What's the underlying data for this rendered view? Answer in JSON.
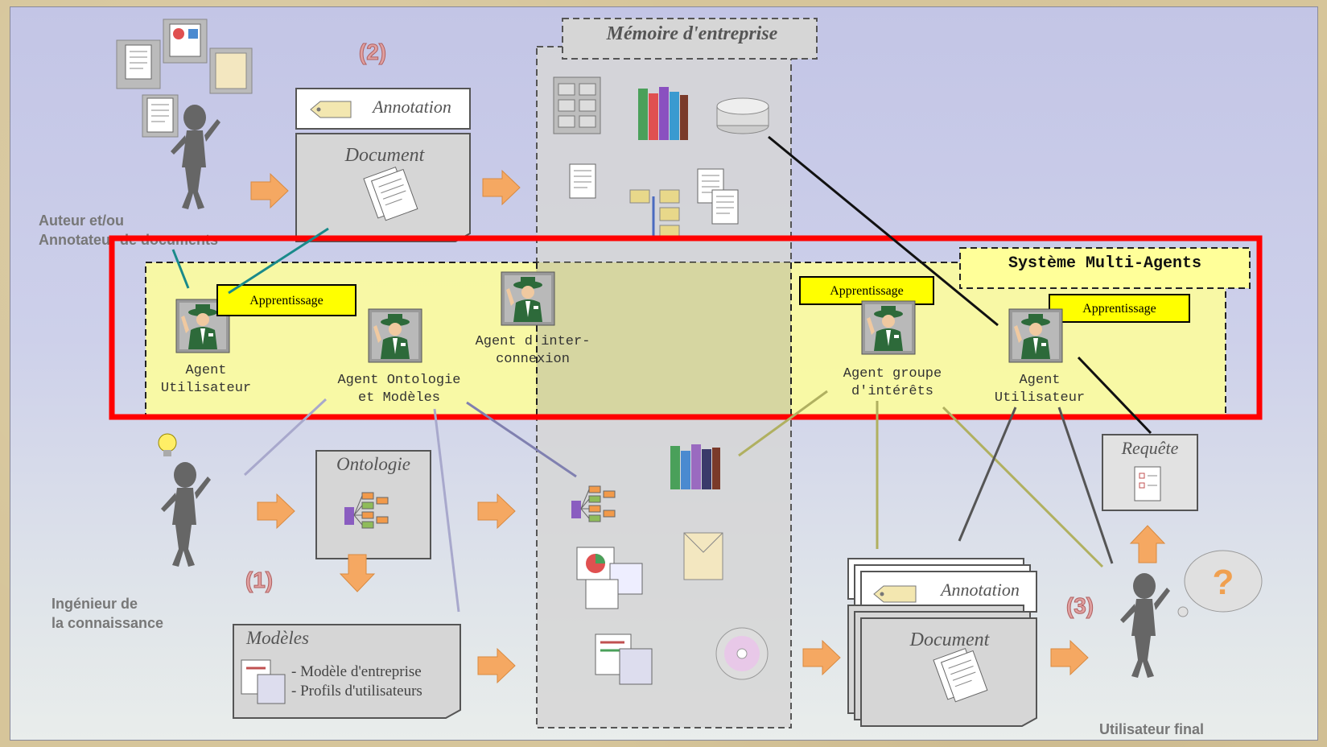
{
  "title": "Mémoire d'entreprise",
  "mas": {
    "title": "Système Multi-Agents"
  },
  "labels": {
    "auteur_line1": "Auteur et/ou",
    "auteur_line2": "Annotateur de documents",
    "ingenieur_line1": "Ingénieur de",
    "ingenieur_line2": "la connaissance",
    "utilisateur_final": "Utilisateur final"
  },
  "boxes": {
    "annotation_top": "Annotation",
    "document_top": "Document",
    "ontologie": "Ontologie",
    "modeles": "Modèles",
    "modeles_item1": "- Modèle d'entreprise",
    "modeles_item2": "- Profils d'utilisateurs",
    "annotation_bottom": "Annotation",
    "document_bottom": "Document",
    "requete": "Requête"
  },
  "agents": {
    "user_left_1": "Agent",
    "user_left_2": "Utilisateur",
    "onto_1": "Agent Ontologie",
    "onto_2": "et Modèles",
    "inter_1": "Agent d'inter-",
    "inter_2": "connexion",
    "group_1": "Agent groupe",
    "group_2": "d'intérêts",
    "user_right_1": "Agent",
    "user_right_2": "Utilisateur"
  },
  "apprentissage": [
    "Apprentissage",
    "Apprentissage",
    "Apprentissage"
  ],
  "steps": [
    "(2)",
    "(1)",
    "(3)"
  ],
  "icons": [
    "document-icon",
    "chart-icon",
    "envelope-icon",
    "cabinet-icon",
    "books-icon",
    "database-icon",
    "tree-icon",
    "cd-icon",
    "agent-icon",
    "person-icon",
    "lightbulb-icon",
    "question-bubble-icon",
    "orange-arrow-icon"
  ],
  "colors": {
    "highlight": "#ff0000",
    "agent_area": "#ffff99",
    "label_yellow": "#ffff00",
    "arrow_orange": "#f5a862"
  }
}
